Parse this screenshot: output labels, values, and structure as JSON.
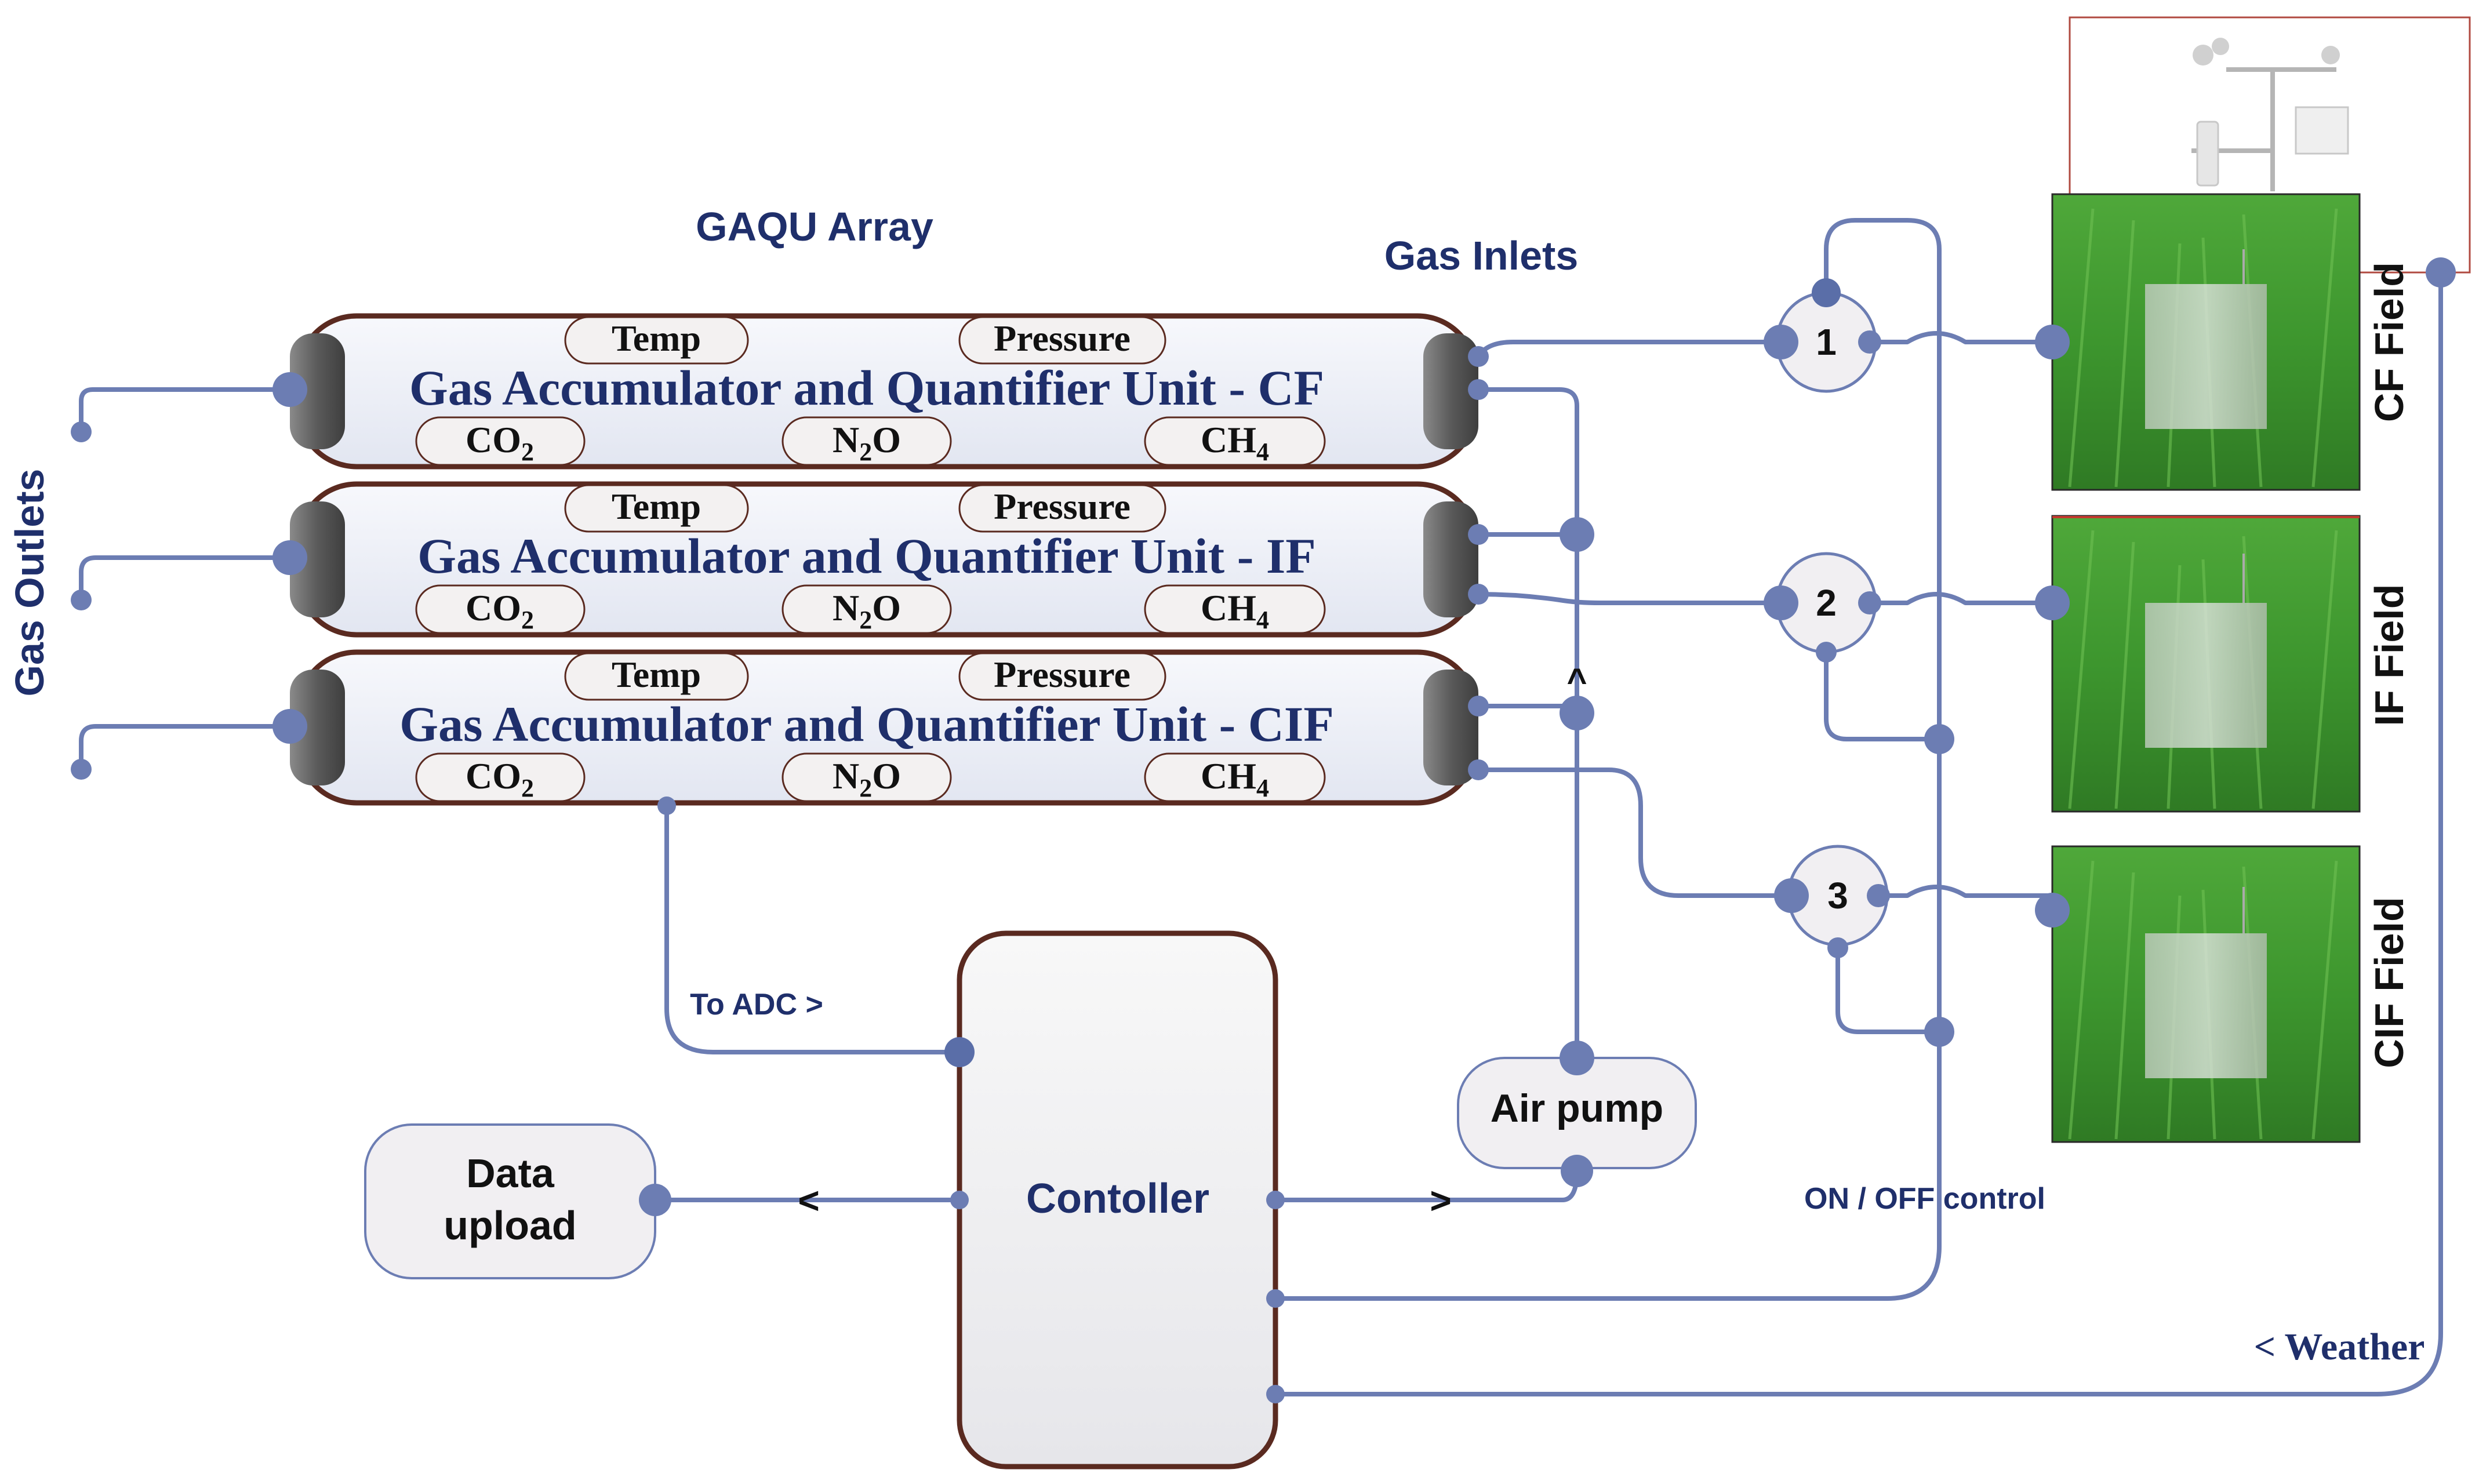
{
  "headings": {
    "array_title": "GAQU Array",
    "gas_inlets": "Gas Inlets",
    "gas_outlets": "Gas Outlets"
  },
  "units": [
    {
      "title": "Gas Accumulator and Quantifier Unit - CF",
      "temp": "Temp",
      "pressure": "Pressure",
      "co2": "CO",
      "n2o_n": "N",
      "n2o_o": "O",
      "ch4": "CH",
      "sub_co2": "2",
      "sub_n2o": "2",
      "sub_ch4": "4"
    },
    {
      "title": "Gas Accumulator and Quantifier Unit - IF",
      "temp": "Temp",
      "pressure": "Pressure",
      "co2": "CO",
      "n2o_n": "N",
      "n2o_o": "O",
      "ch4": "CH",
      "sub_co2": "2",
      "sub_n2o": "2",
      "sub_ch4": "4"
    },
    {
      "title": "Gas Accumulator and Quantifier Unit - CIF",
      "temp": "Temp",
      "pressure": "Pressure",
      "co2": "CO",
      "n2o_n": "N",
      "n2o_o": "O",
      "ch4": "CH",
      "sub_co2": "2",
      "sub_n2o": "2",
      "sub_ch4": "4"
    }
  ],
  "valves": [
    "1",
    "2",
    "3"
  ],
  "fields": [
    "CF Field",
    "IF Field",
    "CIF Field"
  ],
  "controller": "Contoller",
  "air_pump": "Air pump",
  "data_upload": [
    "Data",
    "upload"
  ],
  "labels": {
    "to_adc": "To ADC >",
    "on_off": "ON / OFF control",
    "weather": "< Weather",
    "caret": "^",
    "arrow_left": "<",
    "arrow_right": ">"
  },
  "colors": {
    "line": "#6c7db3",
    "node": "#5a6ea8",
    "text_navy": "#1f2f6b",
    "unit_border": "#5a2a20",
    "unit_fill": "#eef0f7",
    "cap": "#5e5e5e"
  }
}
